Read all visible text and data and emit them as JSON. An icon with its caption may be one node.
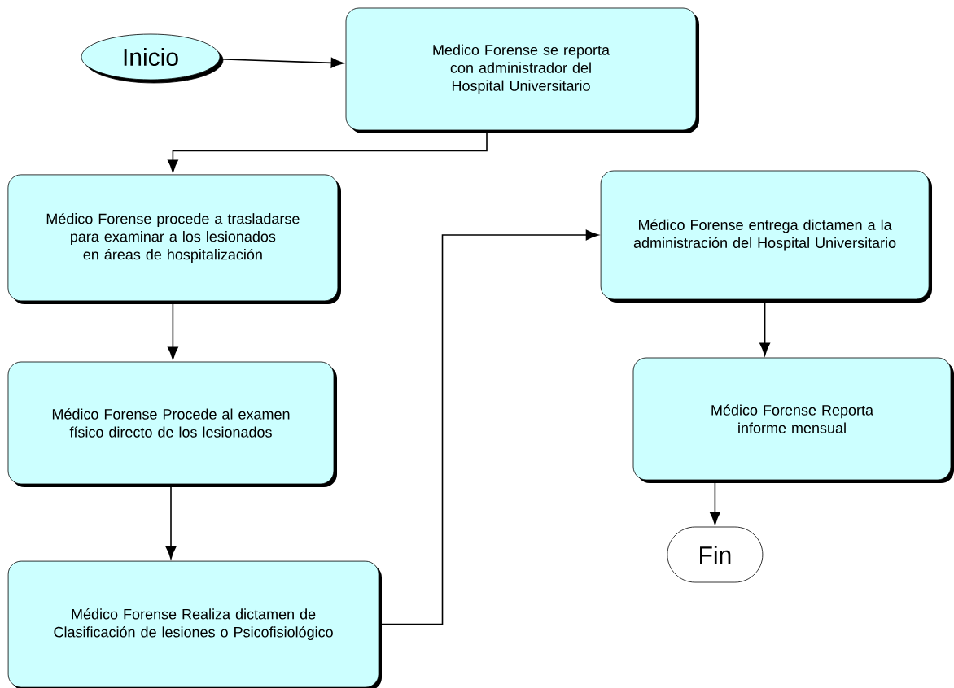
{
  "diagram": {
    "nodes": [
      {
        "text": [
          "Inicio"
        ]
      },
      {
        "text": [
          "Medico Forense se reporta con administrador del Hospital Universitario"
        ]
      },
      {
        "text": [
          "Médico Forense procede a trasladarse para examinar a los lesionados en áreas de hospitalización"
        ]
      },
      {
        "text": [
          "Médico Forense Procede al examen físico directo de los lesionados"
        ]
      },
      {
        "text": [
          "Médico Forense Realiza dictamen de Clasificación de lesiones o Psicofisiológico"
        ]
      },
      {
        "text": [
          "Médico Forense entrega dictamen a la administración del Hospital Universitario"
        ]
      },
      {
        "text": [
          "Médico Forense Reporta informe mensual"
        ]
      },
      {
        "text": [
          "Fin"
        ]
      }
    ],
    "edges": [
      {
        "from": 0,
        "to": 1,
        "arrow": "to"
      },
      {
        "from": 1,
        "to": 2,
        "arrow": "to"
      },
      {
        "from": 2,
        "to": 3,
        "arrow": "to"
      },
      {
        "from": 3,
        "to": 4,
        "arrow": "to"
      },
      {
        "from": 4,
        "to": 5,
        "arrow": "to"
      },
      {
        "from": 5,
        "to": 6,
        "arrow": "to"
      },
      {
        "from": 6,
        "to": 7,
        "arrow": "to"
      }
    ]
  }
}
